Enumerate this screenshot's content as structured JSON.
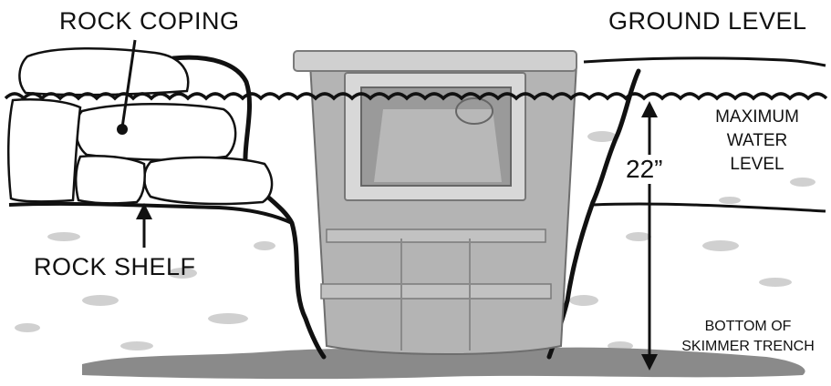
{
  "labels": {
    "rock_coping": "ROCK COPING",
    "ground_level": "GROUND LEVEL",
    "rock_shelf": "ROCK SHELF",
    "max_water_line1": "MAXIMUM",
    "max_water_line2": "WATER",
    "max_water_line3": "LEVEL",
    "depth": "22”",
    "bottom_line1": "BOTTOM OF",
    "bottom_line2": "SKIMMER TRENCH"
  },
  "colors": {
    "ink": "#111111",
    "skimmer_body": "#a9a9a9",
    "skimmer_light": "#cfcfcf",
    "soil_speckle": "#c8c8c8",
    "trench_floor": "#8a8a8a"
  }
}
